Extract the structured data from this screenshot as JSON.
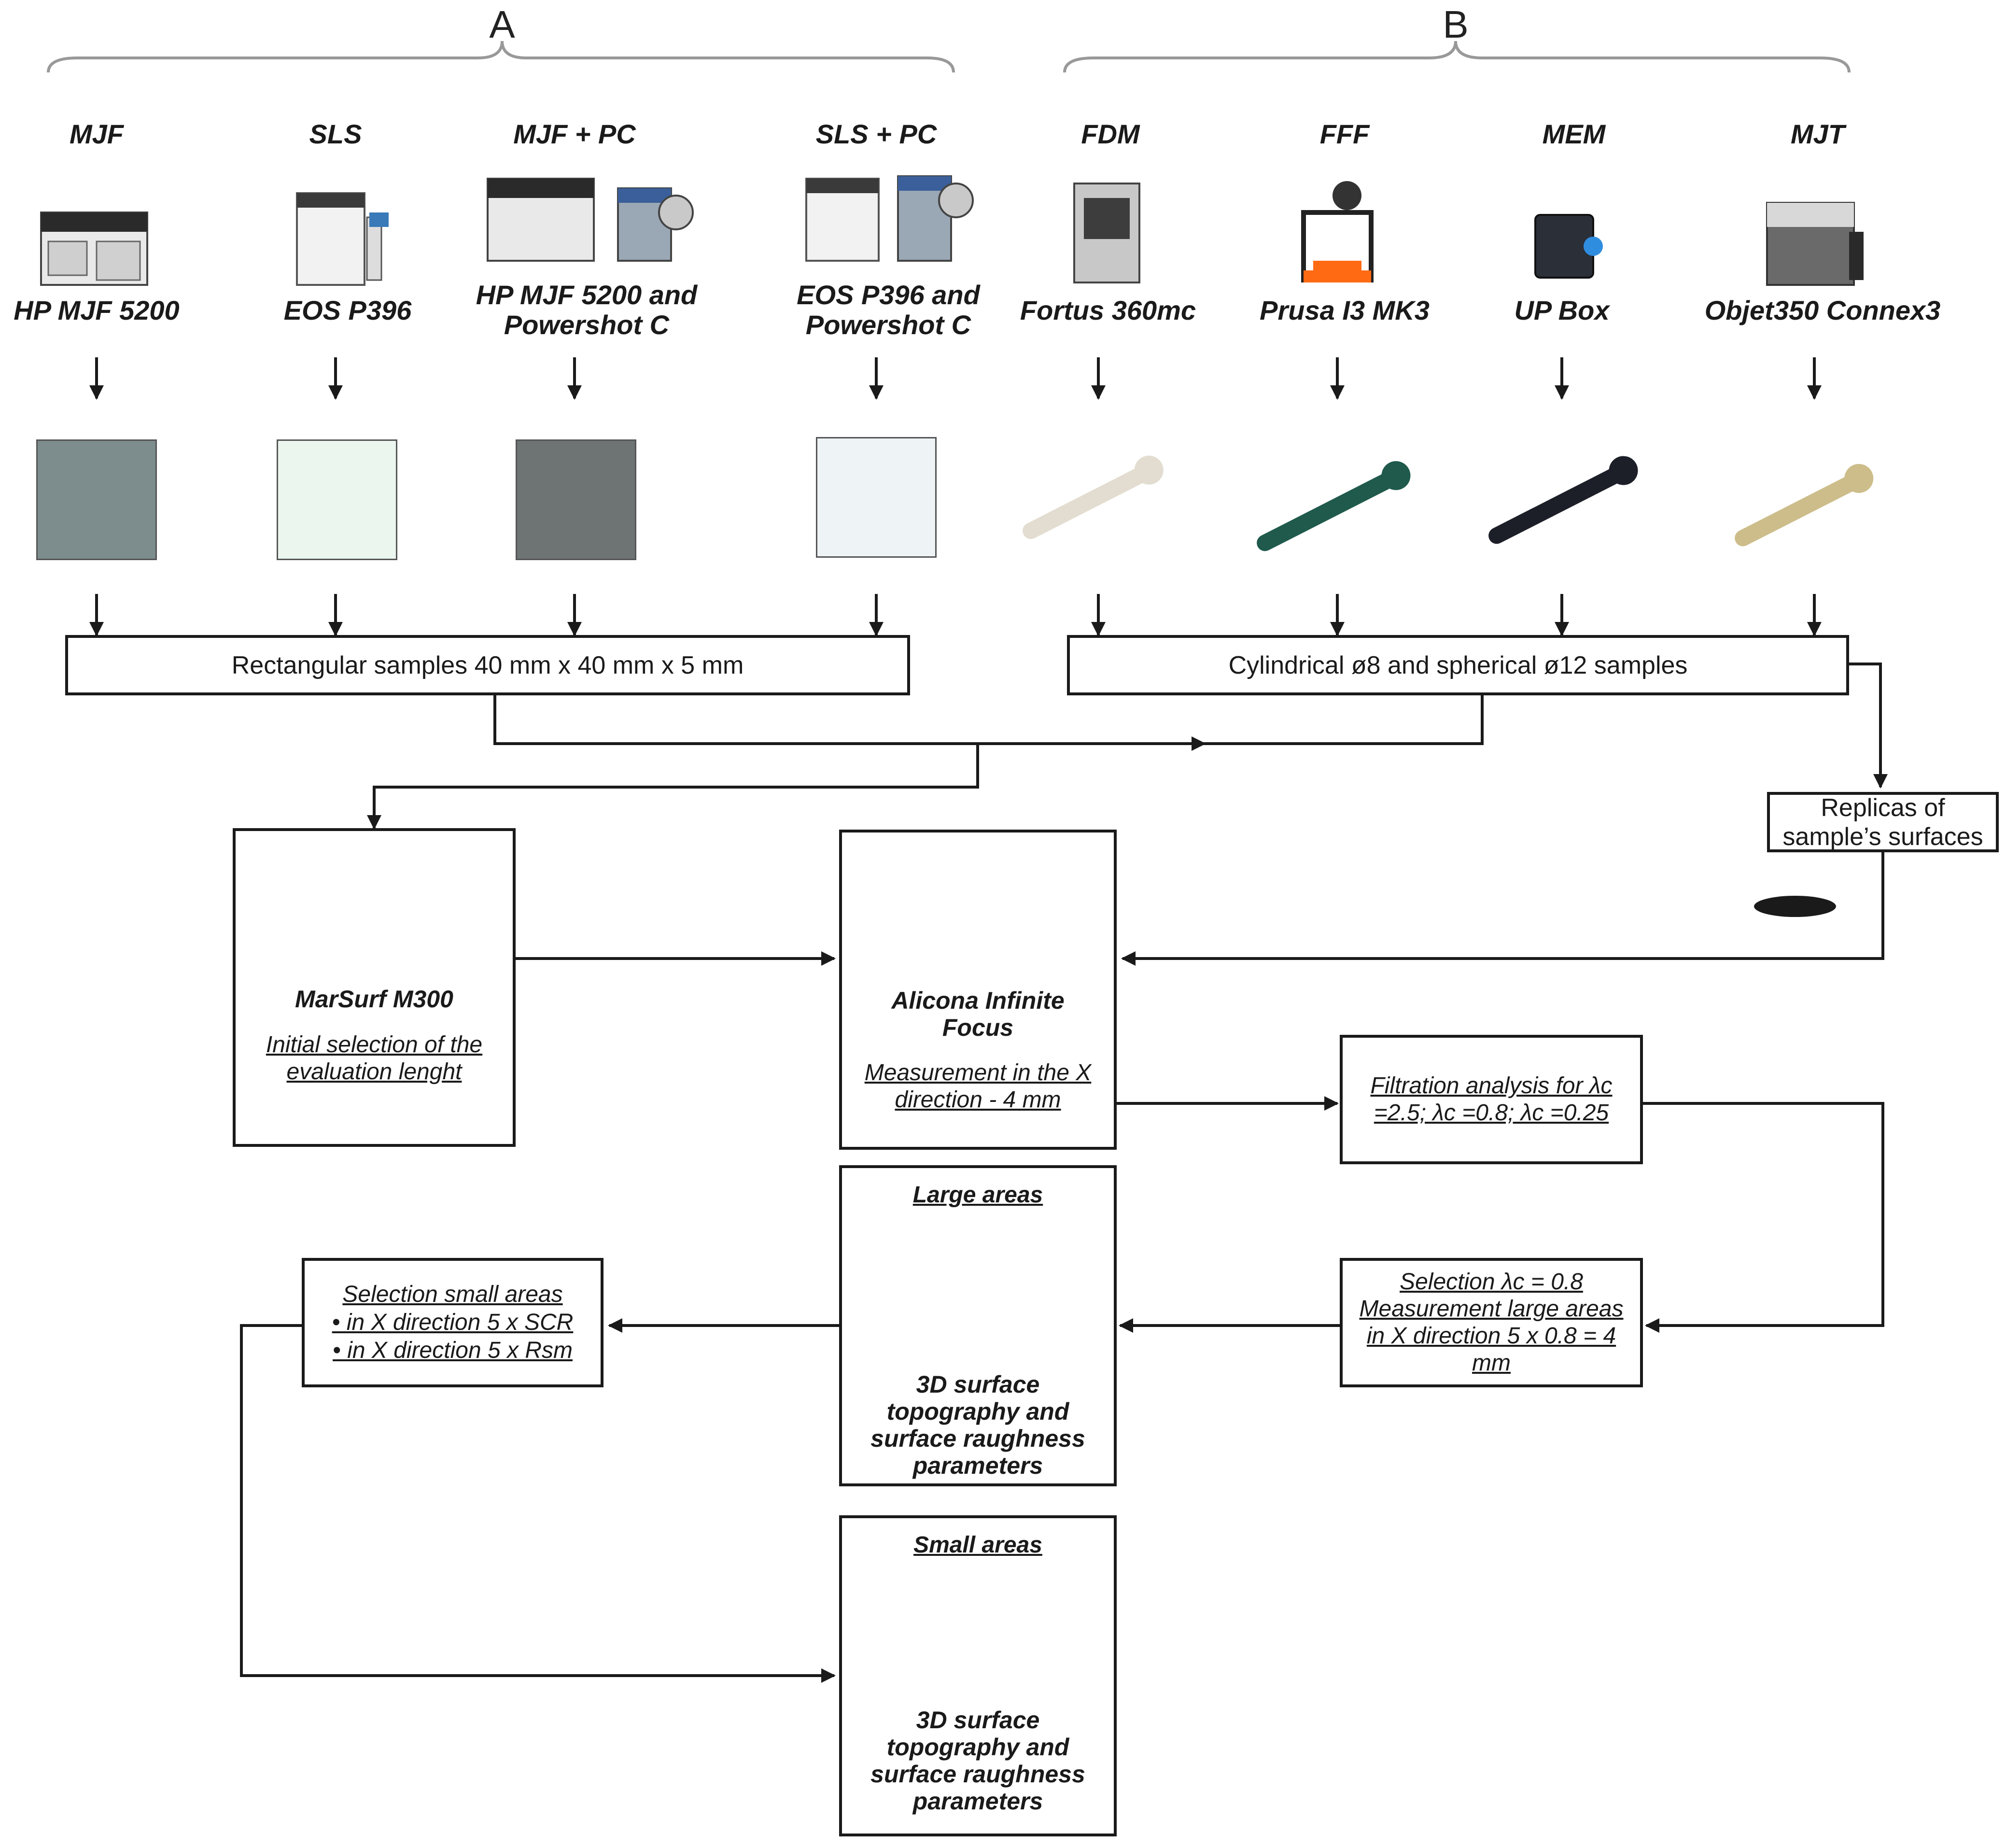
{
  "groups": {
    "a_label": "A",
    "b_label": "B"
  },
  "processes": [
    {
      "name": "MJF",
      "machine": "HP MJF 5200"
    },
    {
      "name": "SLS",
      "machine": "EOS P396"
    },
    {
      "name": "MJF + PC",
      "machine": "HP MJF 5200 and Powershot C"
    },
    {
      "name": "SLS + PC",
      "machine": "EOS P396 and Powershot C"
    },
    {
      "name": "FDM",
      "machine": "Fortus 360mc"
    },
    {
      "name": "FFF",
      "machine": "Prusa I3 MK3"
    },
    {
      "name": "MEM",
      "machine": "UP Box"
    },
    {
      "name": "MJT",
      "machine": "Objet350 Connex3"
    }
  ],
  "samples": {
    "rectangular": "Rectangular samples 40 mm x 40 mm x 5 mm",
    "cylindrical": "Cylindrical ø8 and spherical ø12 samples"
  },
  "replicas": "Replicas of sample’s surfaces",
  "marsurf": {
    "title": "MarSurf M300",
    "note": "Initial selection of the evaluation lenght"
  },
  "alicona": {
    "title": "Alicona Infinite Focus",
    "note": "Measurement in the X direction - 4 mm"
  },
  "filtration": "Filtration analysis for λc =2.5; λc =0.8; λc =0.25",
  "selection_large": "Selection λc = 0.8 Measurement large areas in X direction 5 x 0.8 = 4 mm",
  "selection_small": {
    "title": "Selection small areas",
    "line1": "• in X direction 5 x SCR",
    "line2": "• in X direction 5 x Rsm"
  },
  "large_areas": {
    "title": "Large areas",
    "caption": "3D surface topography and surface raughness parameters"
  },
  "small_areas": {
    "title": "Small areas",
    "caption": "3D surface topography and surface raughness parameters"
  },
  "colors": {
    "line": "#1a1a1a",
    "tile_mjf": "#7d8c8c",
    "tile_sls": "#eaf6ee",
    "tile_mjfpc": "#6e7474",
    "tile_slspc": "#eef3f6",
    "rod_fdm": "#e2ddd0",
    "rod_fff": "#1f5a4c",
    "rod_mem": "#1c1f28",
    "rod_mjt": "#cdbd8a"
  }
}
